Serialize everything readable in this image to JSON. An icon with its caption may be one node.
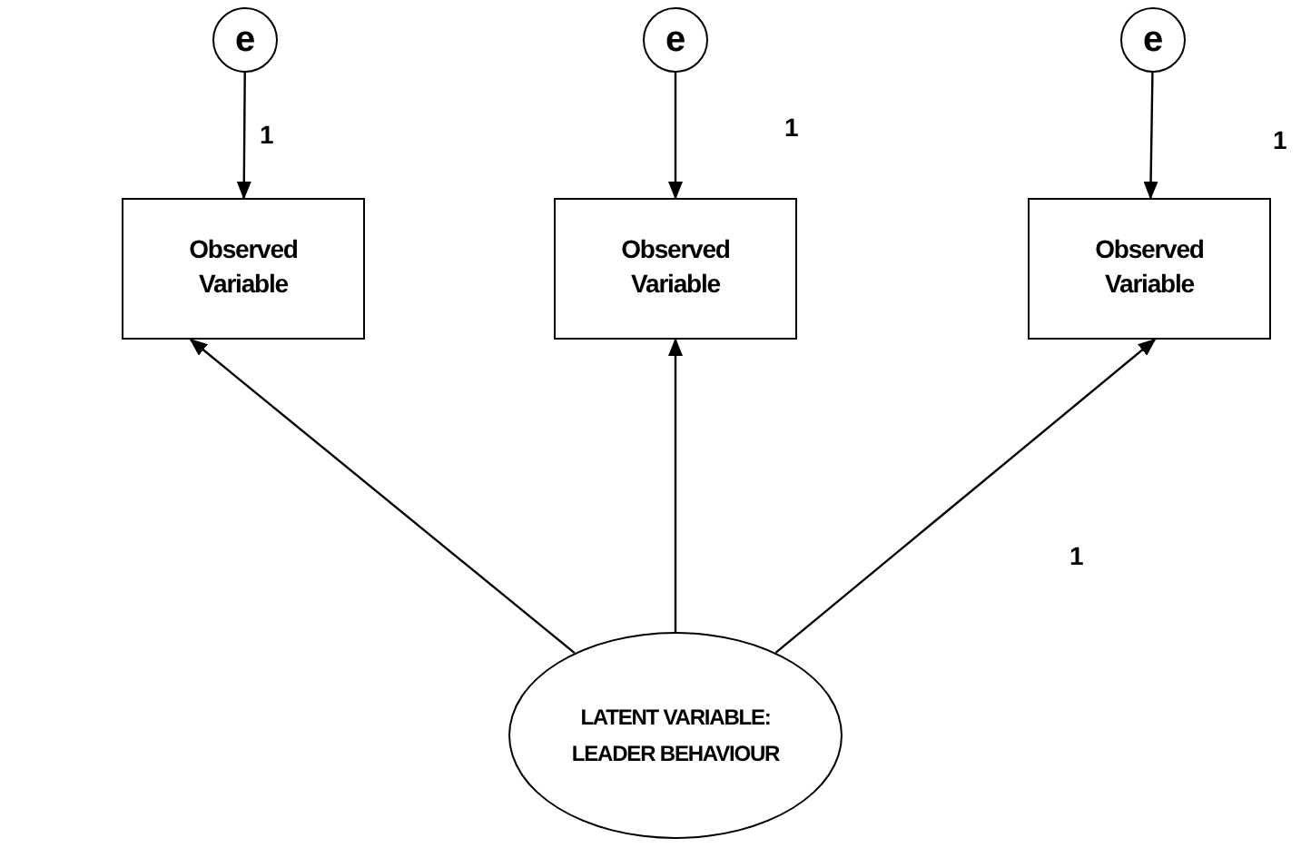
{
  "diagram": {
    "nodes": [
      {
        "text": [
          "e"
        ]
      },
      {
        "text": [
          "e"
        ]
      },
      {
        "text": [
          "e"
        ]
      },
      {
        "text": [
          "Observed Variable"
        ]
      },
      {
        "text": [
          "Observed Variable"
        ]
      },
      {
        "text": [
          "Observed Variable"
        ]
      },
      {
        "text": [
          "LATENT VARIABLE: LEADER BEHAVIOUR"
        ]
      }
    ],
    "edges": [
      {
        "from": 0,
        "to": 3,
        "arrow": "to"
      },
      {
        "from": 1,
        "to": 4,
        "arrow": "to"
      },
      {
        "from": 2,
        "to": 5,
        "arrow": "to"
      },
      {
        "from": 6,
        "to": 3,
        "arrow": "to"
      },
      {
        "from": 6,
        "to": 4,
        "arrow": "to"
      },
      {
        "from": 6,
        "to": 5,
        "arrow": "to"
      }
    ],
    "labels": [
      "1",
      "1",
      "1",
      "1"
    ]
  }
}
